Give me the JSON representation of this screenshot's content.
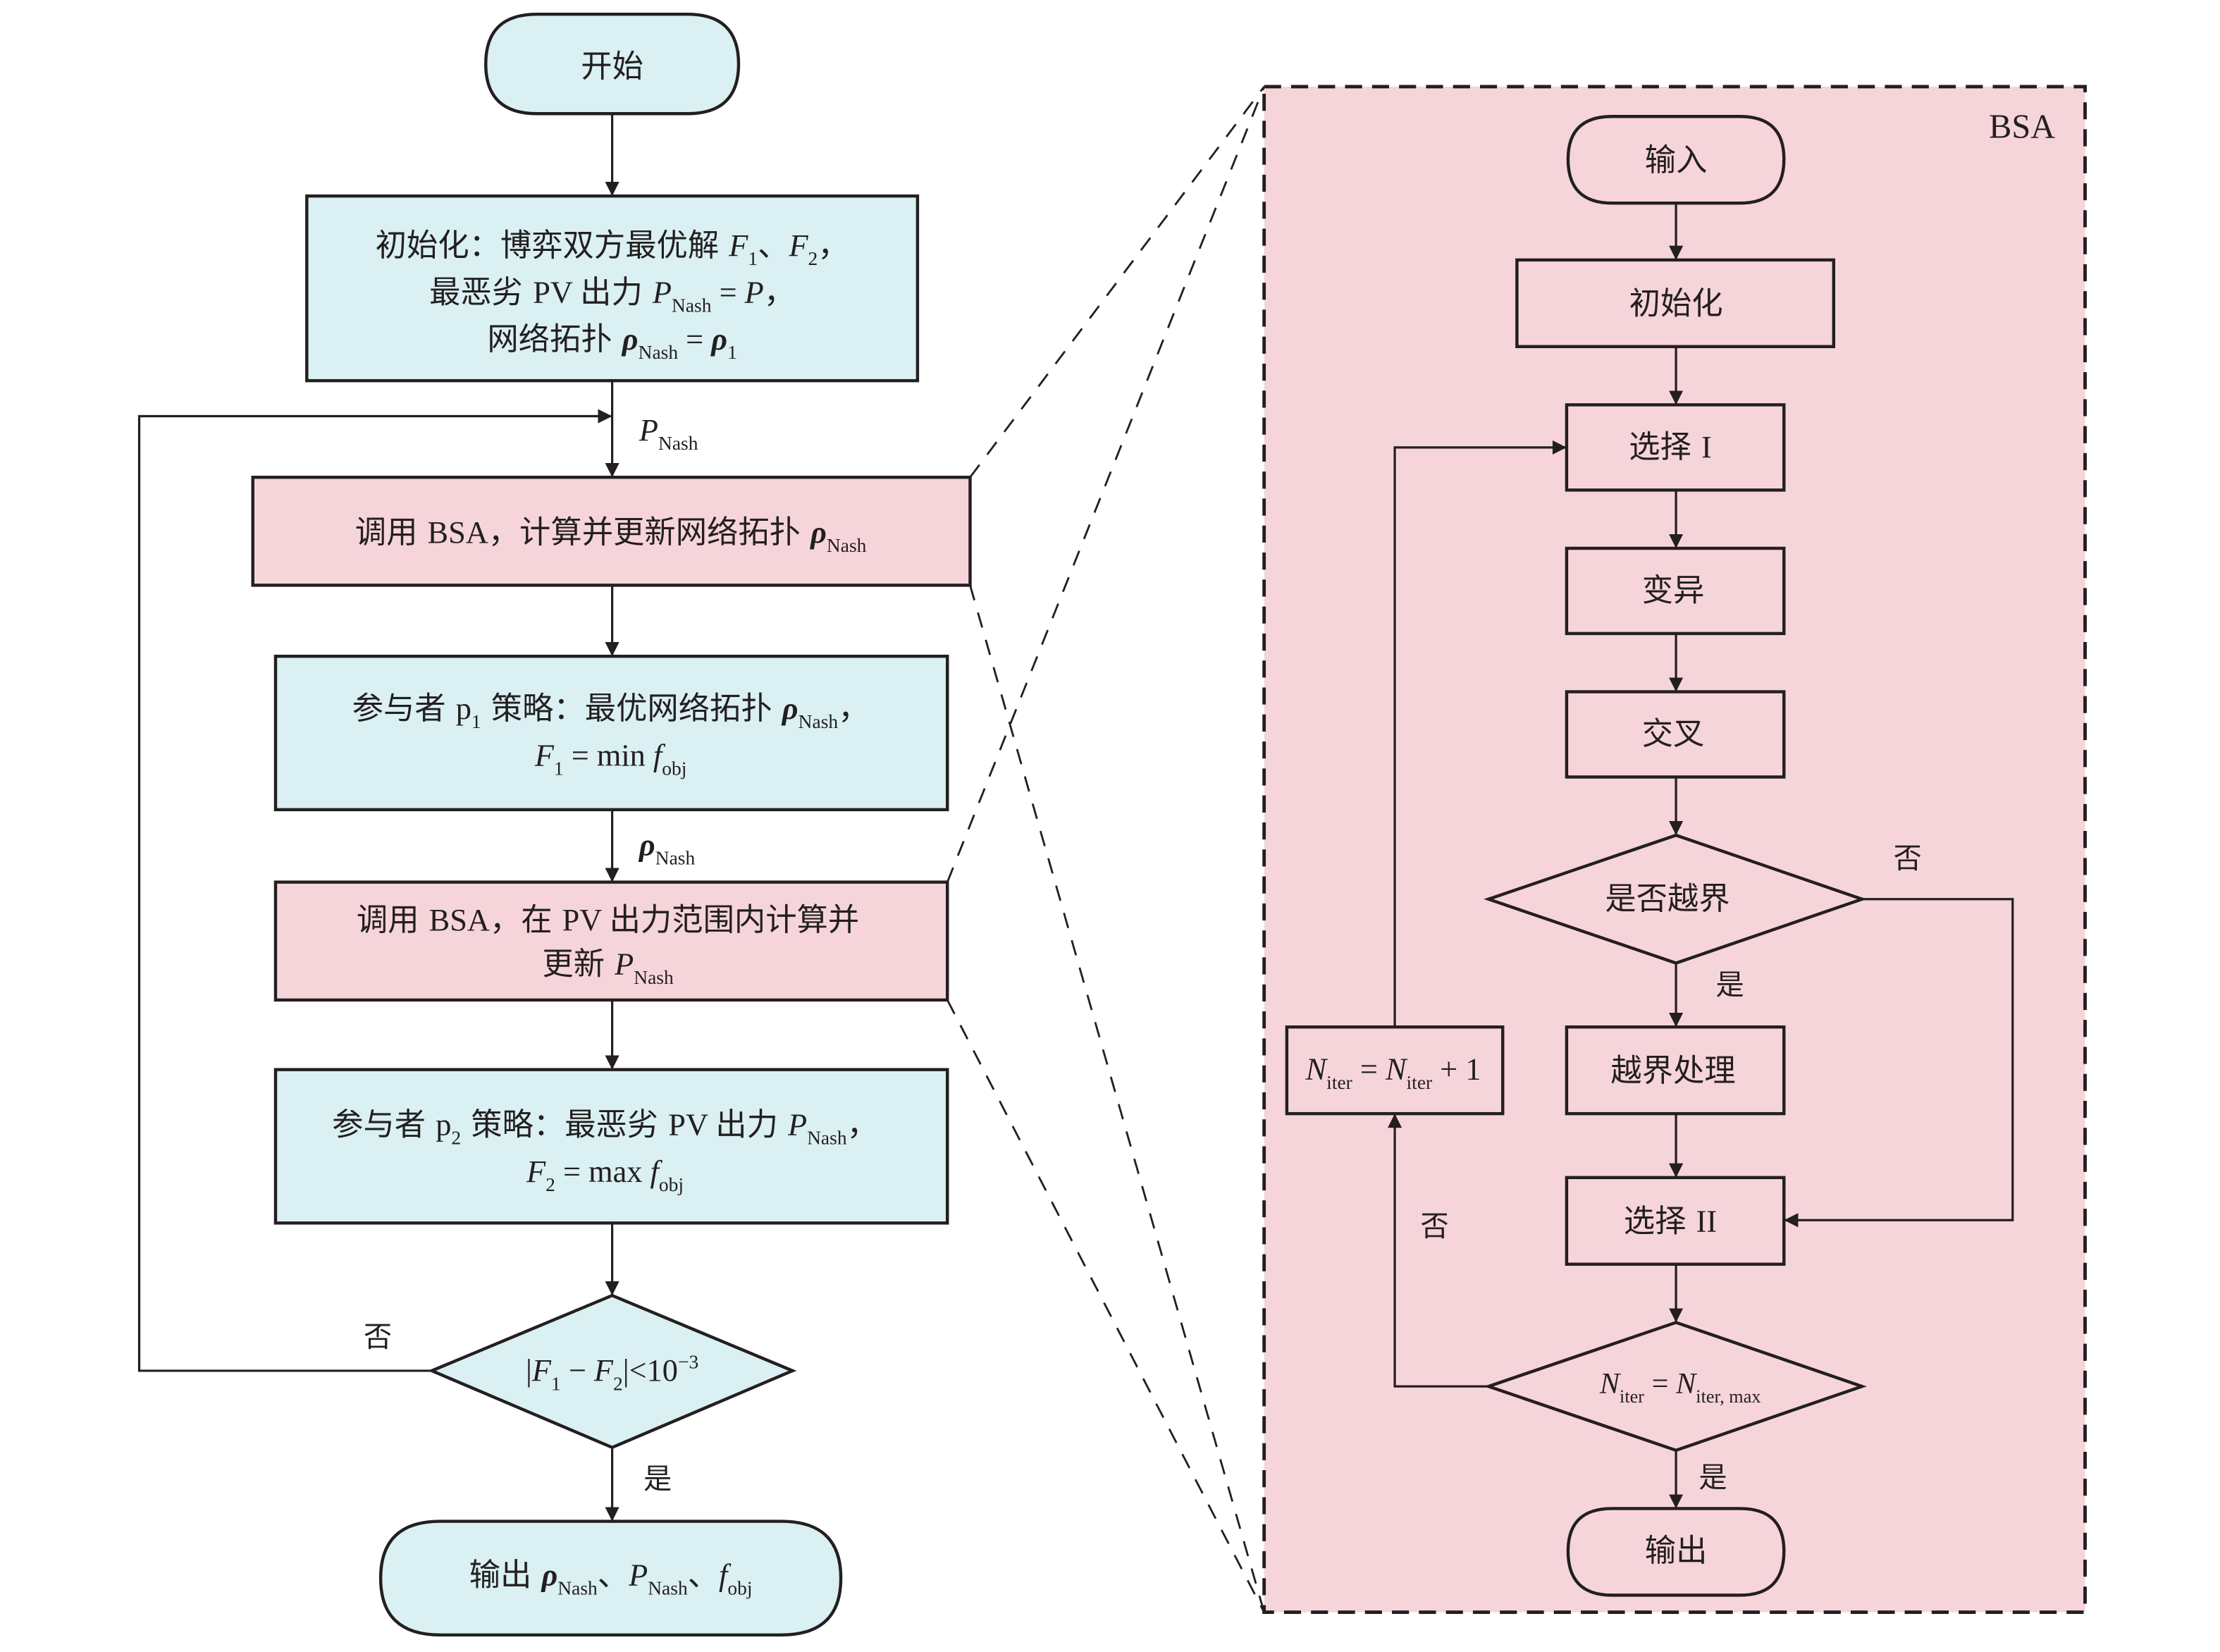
{
  "colors": {
    "process_blue": "#daf0f3",
    "process_pink": "#f6d5da",
    "stroke": "#231f20"
  },
  "main_flow": {
    "start": [
      [
        {
          "t": "开始",
          "cjk": true
        }
      ]
    ],
    "init": [
      [
        {
          "t": "初始化：博弈双方最优解 ",
          "cjk": true
        },
        {
          "t": "F",
          "i": true
        },
        {
          "t": "1",
          "sub": true
        },
        {
          "t": "、",
          "cjk": true
        },
        {
          "t": "F",
          "i": true
        },
        {
          "t": "2",
          "sub": true
        },
        {
          "t": "，",
          "cjk": true
        }
      ],
      [
        {
          "t": "最恶劣 ",
          "cjk": true
        },
        {
          "t": "PV "
        },
        {
          "t": "出力 ",
          "cjk": true
        },
        {
          "t": "P",
          "i": true
        },
        {
          "t": "Nash",
          "sub": true
        },
        {
          "t": " = "
        },
        {
          "t": "P",
          "i": true
        },
        {
          "t": "，",
          "cjk": true
        }
      ],
      [
        {
          "t": "网络拓扑 ",
          "cjk": true
        },
        {
          "t": "ρ",
          "b": true,
          "i": true
        },
        {
          "t": "Nash",
          "sub": true
        },
        {
          "t": " = "
        },
        {
          "t": "ρ",
          "b": true,
          "i": true
        },
        {
          "t": "1",
          "sub": true
        }
      ]
    ],
    "label_p_nash": [
      [
        {
          "t": "P",
          "i": true
        },
        {
          "t": "Nash",
          "sub": true
        }
      ]
    ],
    "bsa_topology": [
      [
        {
          "t": "调用 ",
          "cjk": true
        },
        {
          "t": "BSA"
        },
        {
          "t": "，计算并更新网络拓扑 ",
          "cjk": true
        },
        {
          "t": "ρ",
          "b": true,
          "i": true
        },
        {
          "t": "Nash",
          "sub": true
        }
      ]
    ],
    "player1": [
      [
        {
          "t": "参与者 ",
          "cjk": true
        },
        {
          "t": "p"
        },
        {
          "t": "1",
          "sub": true
        },
        {
          "t": " 策略：最优网络拓扑 ",
          "cjk": true
        },
        {
          "t": "ρ",
          "b": true,
          "i": true
        },
        {
          "t": "Nash",
          "sub": true
        },
        {
          "t": "，",
          "cjk": true
        }
      ],
      [
        {
          "t": "F",
          "i": true
        },
        {
          "t": "1",
          "sub": true
        },
        {
          "t": " = min "
        },
        {
          "t": "f",
          "i": true
        },
        {
          "t": "obj",
          "sub": true
        }
      ]
    ],
    "label_rho_nash": [
      [
        {
          "t": "ρ",
          "b": true,
          "i": true
        },
        {
          "t": "Nash",
          "sub": true
        }
      ]
    ],
    "bsa_pv": [
      [
        {
          "t": "调用 ",
          "cjk": true
        },
        {
          "t": "BSA"
        },
        {
          "t": "，在 ",
          "cjk": true
        },
        {
          "t": "PV "
        },
        {
          "t": "出力范围内计算并",
          "cjk": true
        }
      ],
      [
        {
          "t": "更新 ",
          "cjk": true
        },
        {
          "t": "P",
          "i": true
        },
        {
          "t": "Nash",
          "sub": true
        }
      ]
    ],
    "player2": [
      [
        {
          "t": "参与者 ",
          "cjk": true
        },
        {
          "t": "p"
        },
        {
          "t": "2",
          "sub": true
        },
        {
          "t": " 策略：最恶劣 ",
          "cjk": true
        },
        {
          "t": "PV "
        },
        {
          "t": "出力 ",
          "cjk": true
        },
        {
          "t": "P",
          "i": true
        },
        {
          "t": "Nash",
          "sub": true
        },
        {
          "t": "，",
          "cjk": true
        }
      ],
      [
        {
          "t": "F",
          "i": true
        },
        {
          "t": "2",
          "sub": true
        },
        {
          "t": " = max "
        },
        {
          "t": "f",
          "i": true
        },
        {
          "t": "obj",
          "sub": true
        }
      ]
    ],
    "decision": [
      [
        {
          "t": "|"
        },
        {
          "t": "F",
          "i": true
        },
        {
          "t": "1",
          "sub": true
        },
        {
          "t": " − "
        },
        {
          "t": "F",
          "i": true
        },
        {
          "t": "2",
          "sub": true
        },
        {
          "t": "|<10"
        },
        {
          "t": "−3",
          "sup": true
        }
      ]
    ],
    "no_label": "否",
    "yes_label": "是",
    "output": [
      [
        {
          "t": "输出 ",
          "cjk": true
        },
        {
          "t": "ρ",
          "b": true,
          "i": true
        },
        {
          "t": "Nash",
          "sub": true
        },
        {
          "t": "、",
          "cjk": true
        },
        {
          "t": "P",
          "i": true
        },
        {
          "t": "Nash",
          "sub": true
        },
        {
          "t": "、",
          "cjk": true
        },
        {
          "t": "f",
          "i": true
        },
        {
          "t": "obj",
          "sub": true
        }
      ]
    ]
  },
  "bsa_panel": {
    "title": "BSA",
    "input": [
      [
        {
          "t": "输入",
          "cjk": true
        }
      ]
    ],
    "init": [
      [
        {
          "t": "初始化",
          "cjk": true
        }
      ]
    ],
    "select1": [
      [
        {
          "t": "选择 ",
          "cjk": true
        },
        {
          "t": "I"
        }
      ]
    ],
    "mutation": [
      [
        {
          "t": "变异",
          "cjk": true
        }
      ]
    ],
    "crossover": [
      [
        {
          "t": "交叉",
          "cjk": true
        }
      ]
    ],
    "boundary_check": [
      [
        {
          "t": "是否越界",
          "cjk": true
        }
      ]
    ],
    "boundary_handle": [
      [
        {
          "t": "越界处理",
          "cjk": true
        }
      ]
    ],
    "select2": [
      [
        {
          "t": "选择 ",
          "cjk": true
        },
        {
          "t": "II"
        }
      ]
    ],
    "iter_increment": [
      [
        {
          "t": "N",
          "i": true
        },
        {
          "t": "iter",
          "sub": true
        },
        {
          "t": " = "
        },
        {
          "t": "N",
          "i": true
        },
        {
          "t": "iter",
          "sub": true
        },
        {
          "t": " + 1"
        }
      ]
    ],
    "iter_check": [
      [
        {
          "t": "N",
          "i": true
        },
        {
          "t": "iter",
          "sub": true
        },
        {
          "t": " = "
        },
        {
          "t": "N",
          "i": true
        },
        {
          "t": "iter, max",
          "sub": true
        }
      ]
    ],
    "output": [
      [
        {
          "t": "输出",
          "cjk": true
        }
      ]
    ],
    "no_label": "否",
    "yes_label": "是"
  }
}
